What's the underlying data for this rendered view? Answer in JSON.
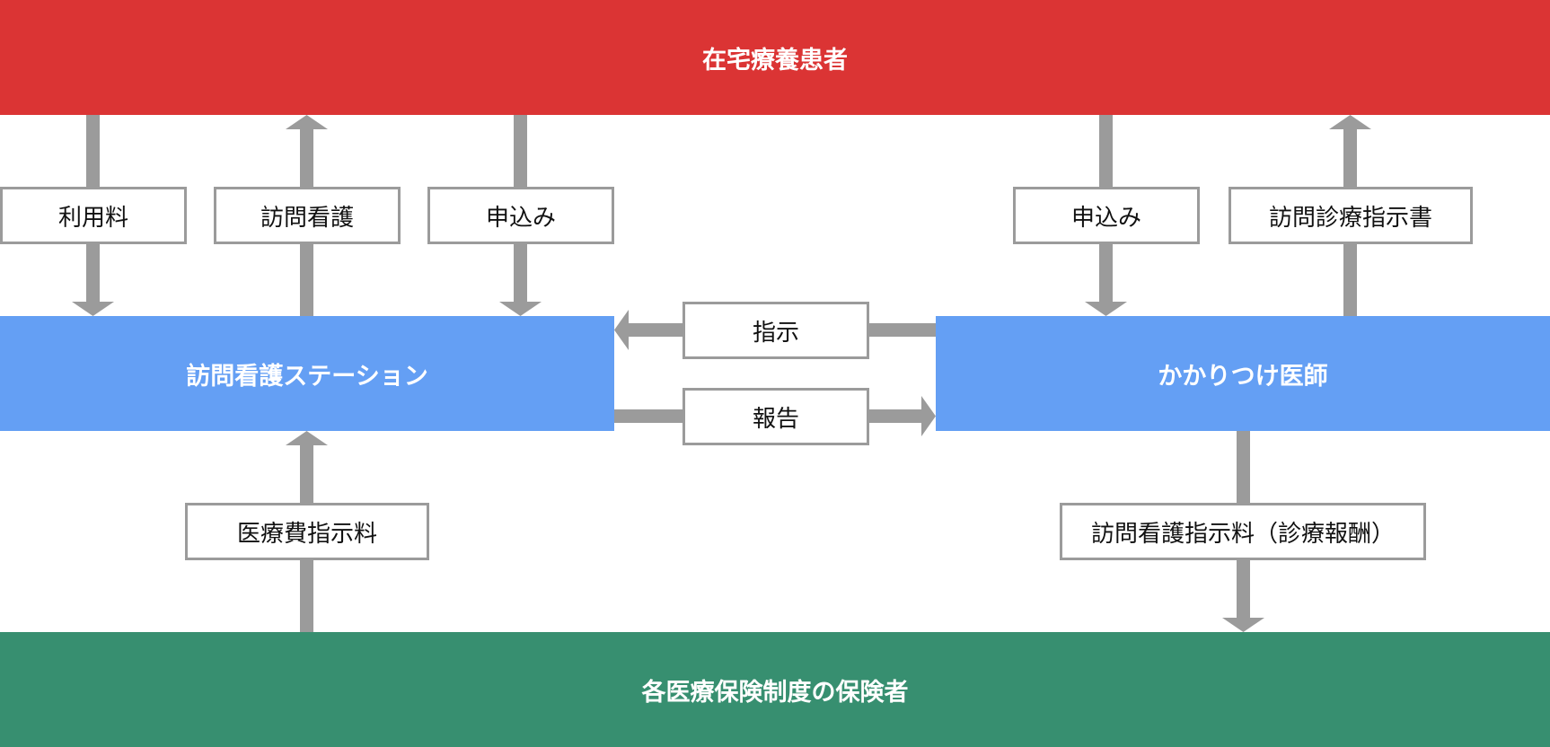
{
  "colors": {
    "patient": "#db3434",
    "station": "#649ff4",
    "doctor": "#649ff4",
    "insurer": "#378f70",
    "arrow": "#9b9b9b",
    "label_border": "#9b9b9b"
  },
  "nodes": {
    "patient": "在宅療養患者",
    "station": "訪問看護ステーション",
    "doctor": "かかりつけ医師",
    "insurer": "各医療保険制度の保険者"
  },
  "edges": {
    "usage_fee": "利用料",
    "home_nursing": "訪問看護",
    "application_station": "申込み",
    "application_doctor": "申込み",
    "instruction_doc": "訪問診療指示書",
    "instruction": "指示",
    "report": "報告",
    "medical_fee": "医療費指示料",
    "nursing_instruction_fee": "訪問看護指示料（診療報酬）"
  }
}
